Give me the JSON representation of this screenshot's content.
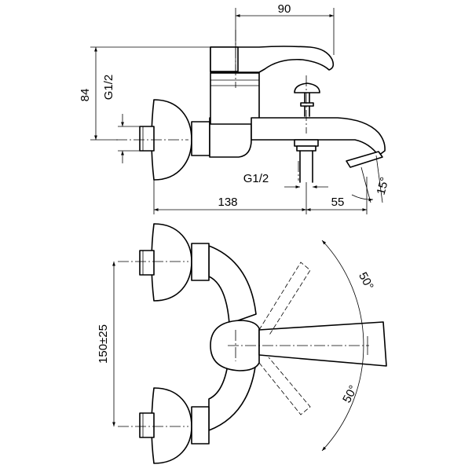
{
  "dimensions": {
    "handle_width": "90",
    "height": "84",
    "inlet_thread": "G1/2",
    "outlet_thread": "G1/2",
    "depth_to_outlet": "138",
    "spout_reach": "55",
    "spout_angle": "15°",
    "inlet_spacing": "150±25",
    "swivel_upper": "50°",
    "swivel_lower": "50°"
  },
  "colors": {
    "line": "#000000",
    "background": "#ffffff"
  }
}
